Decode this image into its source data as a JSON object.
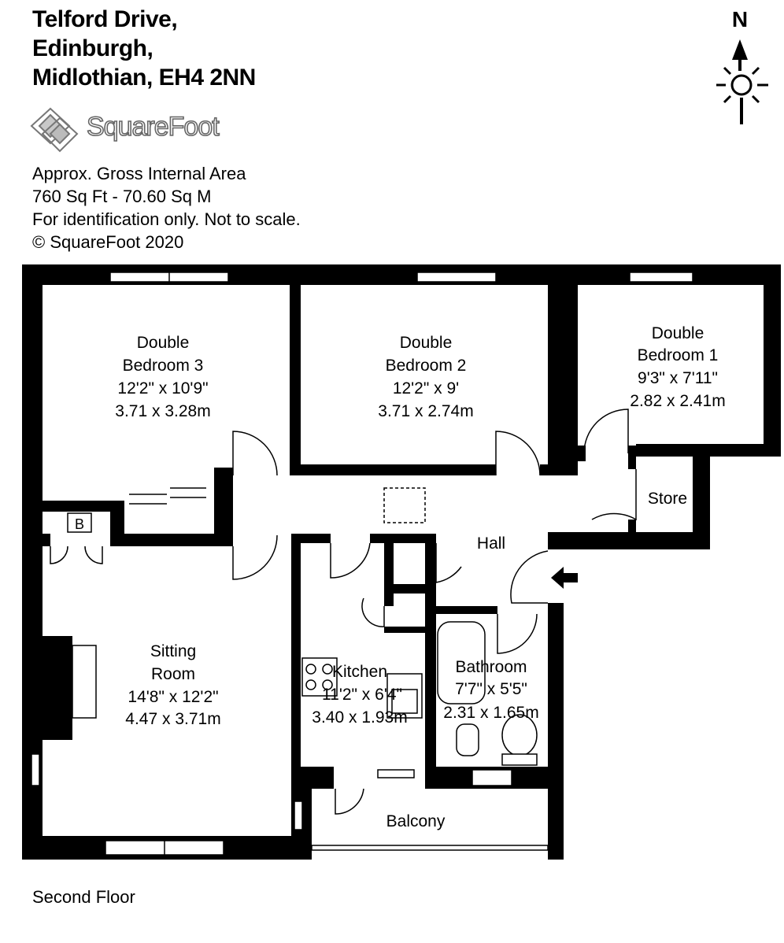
{
  "address": {
    "line1": "Telford Drive,",
    "line2": "Edinburgh,",
    "line3": "Midlothian, EH4 2NN"
  },
  "brand": {
    "name": "SquareFoot"
  },
  "info": {
    "line1": "Approx. Gross Internal Area",
    "line2": "760 Sq Ft  -  70.60 Sq M",
    "line3": "For identification only. Not to scale.",
    "line4": "© SquareFoot 2020"
  },
  "compass": {
    "north_label": "N"
  },
  "rooms": {
    "bedroom3": {
      "name1": "Double",
      "name2": "Bedroom 3",
      "imperial": "12'2\" x 10'9\"",
      "metric": "3.71 x 3.28m"
    },
    "bedroom2": {
      "name1": "Double",
      "name2": "Bedroom 2",
      "imperial": "12'2\" x 9'",
      "metric": "3.71 x 2.74m"
    },
    "bedroom1": {
      "name1": "Double",
      "name2": "Bedroom 1",
      "imperial": "9'3\" x 7'11\"",
      "metric": "2.82 x 2.41m"
    },
    "store": {
      "name": "Store"
    },
    "hall": {
      "name": "Hall"
    },
    "boiler": {
      "label": "B"
    },
    "sitting": {
      "name1": "Sitting",
      "name2": "Room",
      "imperial": "14'8\" x 12'2\"",
      "metric": "4.47 x 3.71m"
    },
    "kitchen": {
      "name": "Kitchen",
      "imperial": "11'2\" x 6'4\"",
      "metric": "3.40 x 1.93m"
    },
    "bathroom": {
      "name": "Bathroom",
      "imperial": "7'7\" x 5'5\"",
      "metric": "2.31 x 1.65m"
    },
    "balcony": {
      "name": "Balcony"
    }
  },
  "floor_label": "Second Floor",
  "colors": {
    "wall": "#000000",
    "logo_gray": "#9a9a9a",
    "background": "#ffffff"
  }
}
